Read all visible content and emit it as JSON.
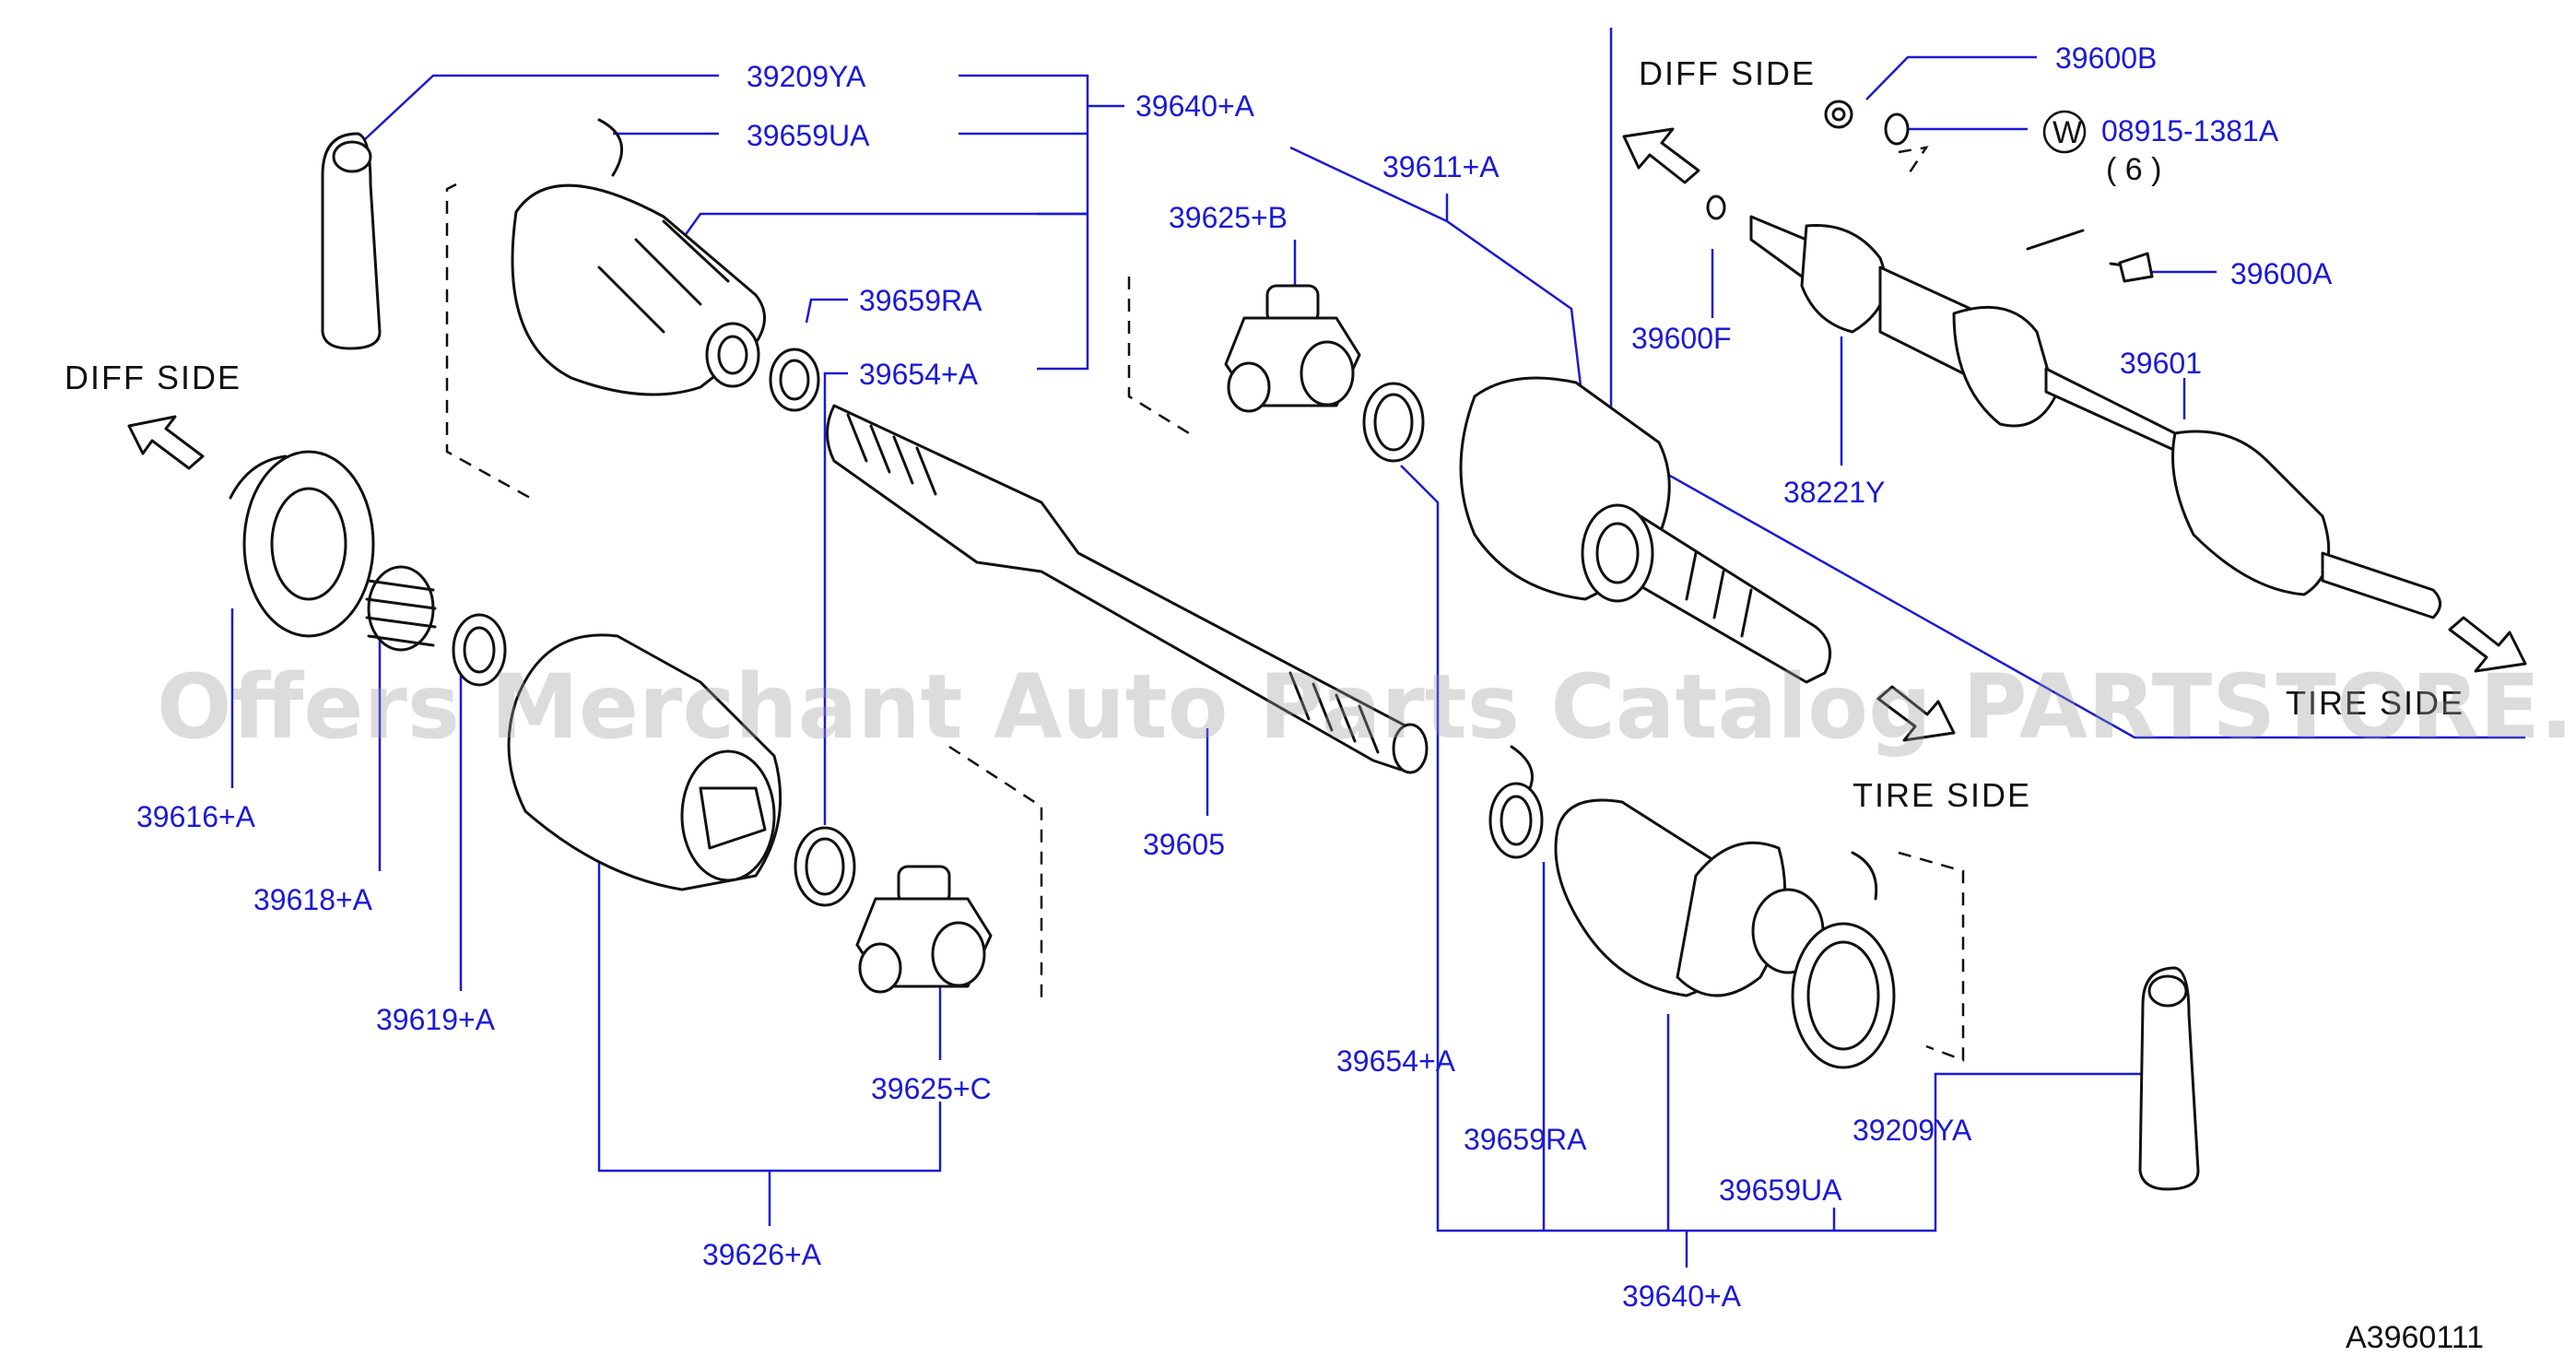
{
  "labels": {
    "p39209YA_top": "39209YA",
    "p39659UA_top": "39659UA",
    "p39640A_top": "39640+A",
    "p39659RA_top": "39659RA",
    "p39654A_top": "39654+A",
    "p39625B": "39625+B",
    "p39611A": "39611+A",
    "p39616A": "39616+A",
    "p39618A": "39618+A",
    "p39619A": "39619+A",
    "p39605": "39605",
    "p39625C": "39625+C",
    "p39626A": "39626+A",
    "p39654A_bot": "39654+A",
    "p39659RA_bot": "39659RA",
    "p39209YA_bot": "39209YA",
    "p39659UA_bot": "39659UA",
    "p39640A_bot": "39640+A",
    "p39600B": "39600B",
    "p08915": "08915-1381A",
    "p08915_qty": "( 6 )",
    "p39600A": "39600A",
    "p39600F": "39600F",
    "p39601": "39601",
    "p38221Y": "38221Y"
  },
  "washer_symbol": "W",
  "sides": {
    "diff_left": "DIFF  SIDE",
    "diff_inset": "DIFF  SIDE",
    "tire_center": "TIRE  SIDE",
    "tire_inset": "TIRE  SIDE"
  },
  "diagram_code": "A3960111",
  "watermark": "Offers Merchant Auto Parts Catalog PARTSTORE.CA",
  "icons": [
    "arrow-diff-side",
    "arrow-tire-side"
  ]
}
